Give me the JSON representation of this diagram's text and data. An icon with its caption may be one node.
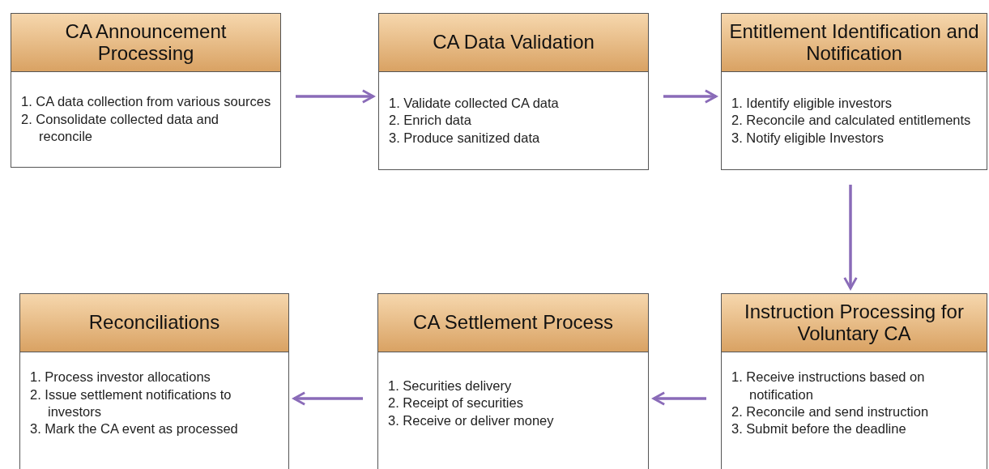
{
  "diagram": {
    "nodes": [
      {
        "text": [
          "CA Announcement Processing",
          "1. CA data collection from various sources",
          "2. Consolidate collected data and reconcile"
        ]
      },
      {
        "text": [
          "CA Data Validation",
          "1. Validate collected CA data",
          "2. Enrich data",
          "3. Produce sanitized data"
        ]
      },
      {
        "text": [
          "Entitlement Identification and Notification",
          "1. Identify eligible investors",
          "2. Reconcile and calculated entitlements",
          "3. Notify eligible Investors"
        ]
      },
      {
        "text": [
          "Reconciliations",
          "1. Process investor allocations",
          "2. Issue settlement notifications to investors",
          "3. Mark the CA event as processed"
        ]
      },
      {
        "text": [
          "CA Settlement Process",
          "1. Securities delivery",
          "2. Receipt of securities",
          "3. Receive or deliver money"
        ]
      },
      {
        "text": [
          "Instruction Processing for Voluntary CA",
          "1. Receive instructions based on notification",
          "2. Reconcile and send instruction",
          "3. Submit before the deadline"
        ]
      }
    ],
    "edges": [
      {
        "from": 0,
        "to": 1,
        "arrow": "to"
      },
      {
        "from": 1,
        "to": 2,
        "arrow": "to"
      },
      {
        "from": 2,
        "to": 5,
        "arrow": "to"
      },
      {
        "from": 5,
        "to": 4,
        "arrow": "to"
      },
      {
        "from": 4,
        "to": 3,
        "arrow": "to"
      }
    ]
  }
}
